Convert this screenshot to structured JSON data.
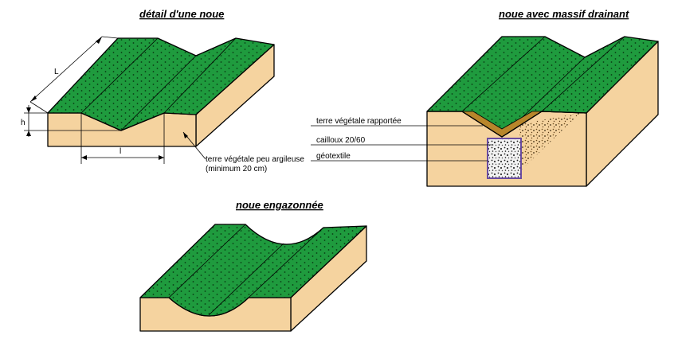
{
  "titles": {
    "detail": "détail d'une noue",
    "drainant": "noue avec massif drainant",
    "engazonnee": "noue engazonnée"
  },
  "dimensions": {
    "length": "L",
    "height": "h",
    "width": "l"
  },
  "labels": {
    "terre_argileuse": "terre végétale peu argileuse",
    "terre_argileuse_min": "(minimum 20 cm)",
    "terre_rapportee": "terre végétale rapportée",
    "cailloux": "cailloux 20/60",
    "geotextile": "géotextile"
  },
  "colors": {
    "grass": "#1f9b3e",
    "soil": "#f5d39f",
    "topsoil": "#b8862b",
    "geotextile": "#6a4ca0"
  }
}
